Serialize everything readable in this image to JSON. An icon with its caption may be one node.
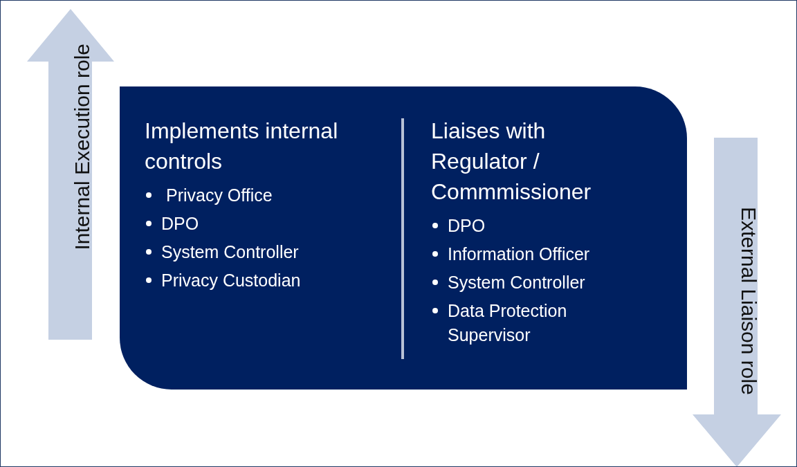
{
  "diagram": {
    "nodes": [
      {
        "text": [
          "Internal Execution role"
        ]
      },
      {
        "text": [],
        "shape": "box"
      },
      {
        "text": [
          "Implements internal controls",
          " Privacy Office",
          "DPO",
          "System Controller",
          "Privacy Custodian"
        ],
        "in": 1
      },
      {
        "text": [
          "Liaises with Regulator / Commmissioner",
          "DPO",
          "Information Officer",
          "System Controller",
          "Data Protection Supervisor"
        ],
        "in": 1
      },
      {
        "text": [
          "External Liaison role"
        ]
      }
    ]
  }
}
